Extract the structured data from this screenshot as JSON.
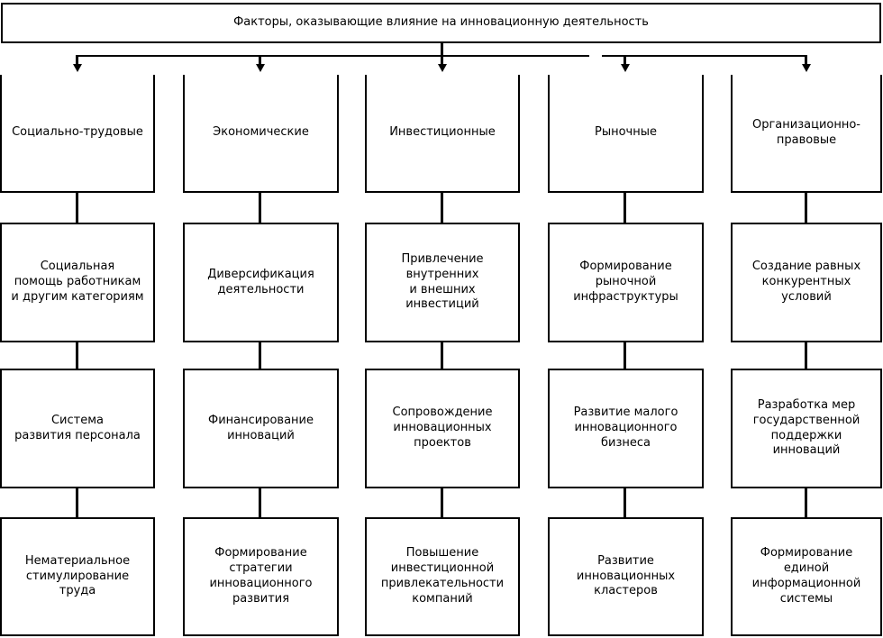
{
  "title": "Факторы, оказывающие влияние на инновационную деятельность",
  "colors": {
    "line": "#000000",
    "background": "#ffffff",
    "text": "#000000"
  },
  "columns": [
    {
      "header": "Социально-трудовые",
      "items": [
        "Социальная\nпомощь работникам\nи другим категориям",
        "Система\nразвития персонала",
        "Нематериальное\nстимулирование\nтруда"
      ]
    },
    {
      "header": "Экономические",
      "items": [
        "Диверсификация\nдеятельности",
        "Финансирование\nинноваций",
        "Формирование\nстратегии\nинновационного\nразвития"
      ]
    },
    {
      "header": "Инвестиционные",
      "items": [
        "Привлечение\nвнутренних\nи внешних\nинвестиций",
        "Сопровождение\nинновационных\nпроектов",
        "Повышение\nинвестиционной\nпривлекательности\nкомпаний"
      ]
    },
    {
      "header": "Рыночные",
      "items": [
        "Формирование\nрыночной\nинфраструктуры",
        "Развитие малого\nинновационного\nбизнеса",
        "Развитие\nинновационных\nкластеров"
      ]
    },
    {
      "header": "Организационно-\nправовые",
      "items": [
        "Создание равных\nконкурентных\nусловий",
        "Разработка мер\nгосударственной\nподдержки\nинноваций",
        "Формирование\nединой\nинформационной\nсистемы"
      ]
    }
  ]
}
